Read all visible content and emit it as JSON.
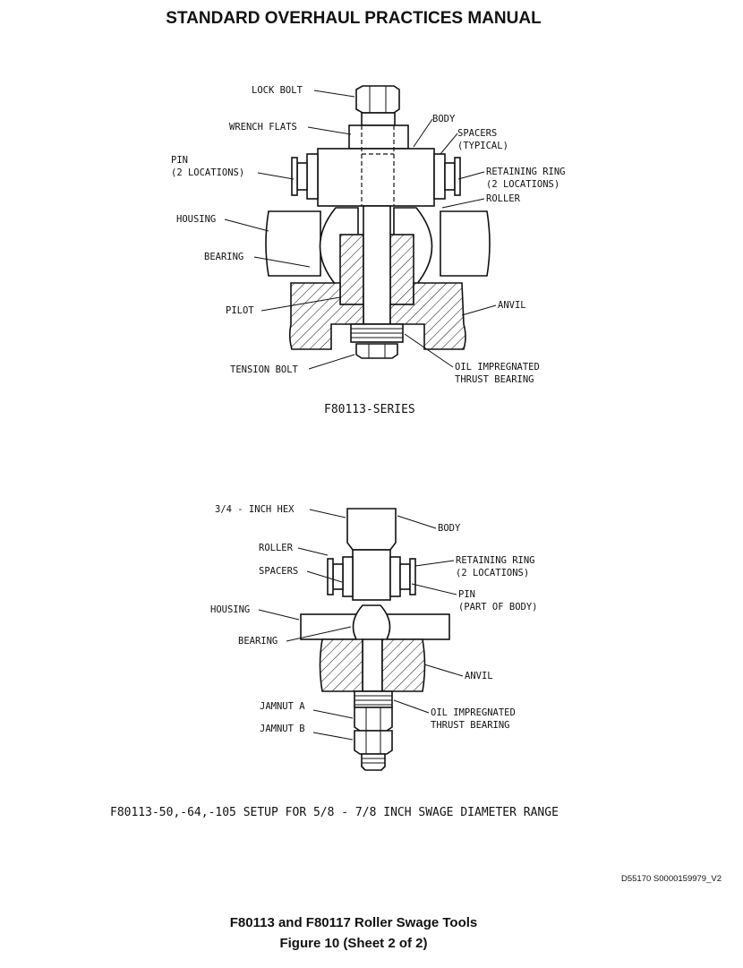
{
  "header": {
    "title": "STANDARD OVERHAUL PRACTICES MANUAL"
  },
  "view1": {
    "labels": {
      "lock_bolt": "LOCK BOLT",
      "wrench_flats": "WRENCH FLATS",
      "body": "BODY",
      "spacers": "SPACERS",
      "spacers_note": "(TYPICAL)",
      "pin": "PIN",
      "pin_note": "(2 LOCATIONS)",
      "retaining_ring": "RETAINING RING",
      "retaining_ring_note": "(2 LOCATIONS)",
      "roller": "ROLLER",
      "housing": "HOUSING",
      "bearing": "BEARING",
      "pilot": "PILOT",
      "anvil": "ANVIL",
      "tension_bolt": "TENSION BOLT",
      "thrust_bearing_1": "OIL IMPREGNATED",
      "thrust_bearing_2": "THRUST BEARING"
    },
    "caption": "F80113-SERIES"
  },
  "view2": {
    "labels": {
      "hex": "3/4 - INCH HEX",
      "body": "BODY",
      "roller": "ROLLER",
      "spacers": "SPACERS",
      "retaining_ring": "RETAINING RING",
      "retaining_ring_note": "(2 LOCATIONS)",
      "pin": "PIN",
      "pin_note": "(PART OF BODY)",
      "housing": "HOUSING",
      "bearing": "BEARING",
      "anvil": "ANVIL",
      "jamnut_a": "JAMNUT A",
      "jamnut_b": "JAMNUT B",
      "thrust_bearing_1": "OIL IMPREGNATED",
      "thrust_bearing_2": "THRUST BEARING"
    },
    "caption": "F80113-50,-64,-105 SETUP FOR 5/8 - 7/8 INCH SWAGE DIAMETER RANGE"
  },
  "reference_code": "D55170 S0000159979_V2",
  "figure": {
    "title": "F80113 and F80117 Roller Swage Tools",
    "subtitle": "Figure 10  (Sheet 2 of 2)"
  }
}
